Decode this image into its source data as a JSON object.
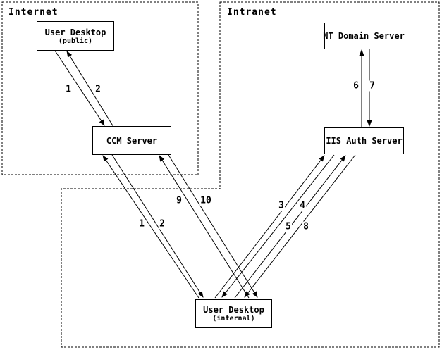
{
  "diagram": {
    "zones": {
      "internet": {
        "label": "Internet"
      },
      "intranet": {
        "label": "Intranet"
      }
    },
    "nodes": {
      "user_desktop_public": {
        "title": "User Desktop",
        "subtitle": "(public)"
      },
      "ccm_server": {
        "title": "CCM Server"
      },
      "nt_domain_server": {
        "title": "NT Domain Server"
      },
      "iis_auth_server": {
        "title": "IIS Auth Server"
      },
      "user_desktop_internal": {
        "title": "User Desktop",
        "subtitle": "(internal)"
      }
    },
    "arrows": [
      {
        "label": "1",
        "from": "user-desktop-public",
        "to": "ccm-server"
      },
      {
        "label": "2",
        "from": "ccm-server",
        "to": "user-desktop-public"
      },
      {
        "label": "1",
        "from": "user-desktop-internal",
        "to": "ccm-server"
      },
      {
        "label": "2",
        "from": "ccm-server",
        "to": "user-desktop-internal"
      },
      {
        "label": "9",
        "from": "user-desktop-internal",
        "to": "ccm-server"
      },
      {
        "label": "10",
        "from": "ccm-server",
        "to": "user-desktop-internal"
      },
      {
        "label": "3",
        "from": "user-desktop-internal",
        "to": "iis-auth-server"
      },
      {
        "label": "4",
        "from": "iis-auth-server",
        "to": "user-desktop-internal"
      },
      {
        "label": "5",
        "from": "user-desktop-internal",
        "to": "iis-auth-server"
      },
      {
        "label": "8",
        "from": "iis-auth-server",
        "to": "user-desktop-internal"
      },
      {
        "label": "6",
        "from": "iis-auth-server",
        "to": "nt-domain-server"
      },
      {
        "label": "7",
        "from": "nt-domain-server",
        "to": "iis-auth-server"
      }
    ],
    "colors": {
      "line": "#000000",
      "background": "#ffffff"
    }
  }
}
